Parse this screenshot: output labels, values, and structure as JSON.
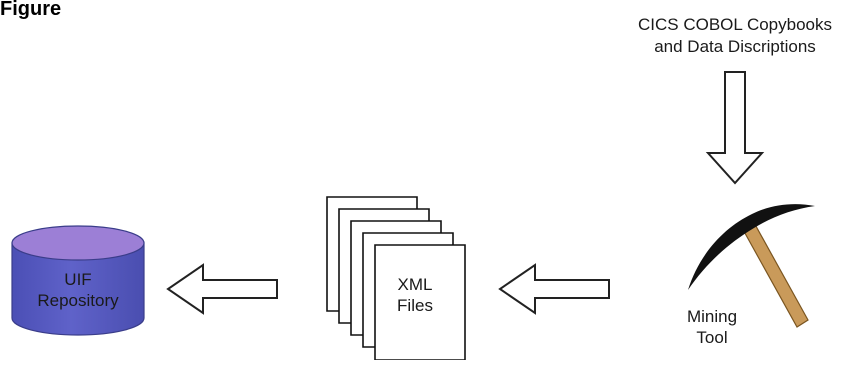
{
  "figure": {
    "heading_bold": "Figure",
    "heading_rest": ""
  },
  "source": {
    "line1": "CICS COBOL Copybooks",
    "line2": "and Data Discriptions"
  },
  "mining_tool": {
    "line1": "Mining",
    "line2": "Tool",
    "head_color": "#111111",
    "handle_color": "#c99a5a"
  },
  "xml_files": {
    "line1": "XML",
    "line2": "Files"
  },
  "repository": {
    "line1": "UIF",
    "line2": "Repository",
    "body_color": "#5f62c9",
    "top_color": "#9c7fd6"
  },
  "arrows": [
    {
      "name": "source-to-tool",
      "direction": "down"
    },
    {
      "name": "tool-to-xml",
      "direction": "left"
    },
    {
      "name": "xml-to-repository",
      "direction": "left"
    }
  ]
}
